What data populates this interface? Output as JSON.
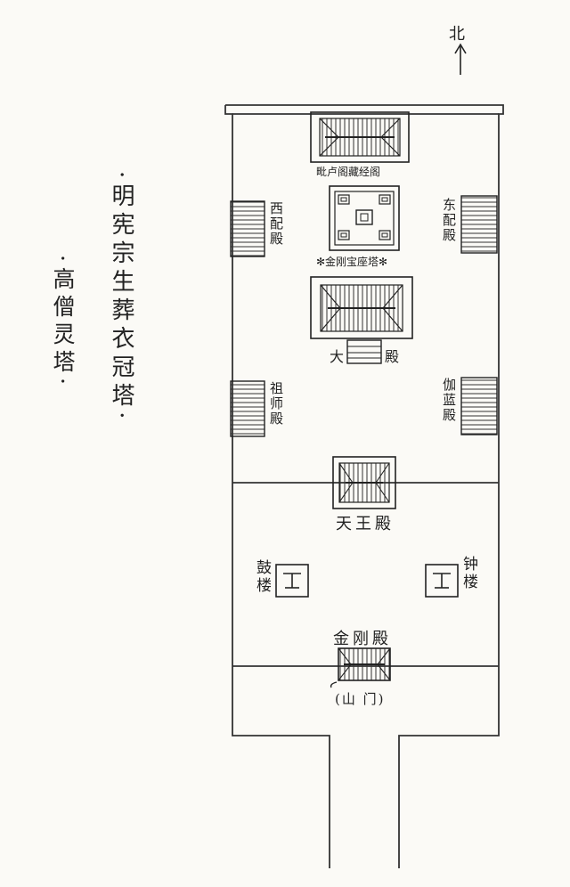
{
  "compass": {
    "label": "北"
  },
  "side_notes": {
    "emperor_tomb": "·明宪宗生葬衣冠塔·",
    "monk_stupa": "·高僧灵塔·"
  },
  "buildings": {
    "library": "毗卢阁藏经阁",
    "west_hall": "西配殿",
    "east_hall": "东配殿",
    "vajra_pagoda": "✻金刚宝座塔✻",
    "main_hall_left": "大",
    "main_hall_right": "殿",
    "patriarch_hall": "祖师殿",
    "sangharama_hall": "伽蓝殿",
    "heavenly_kings_hall": "天王殿",
    "drum_tower": "鼓楼",
    "bell_tower": "钟楼",
    "vajra_hall": "金刚殿",
    "mountain_gate": "(山 门)"
  }
}
